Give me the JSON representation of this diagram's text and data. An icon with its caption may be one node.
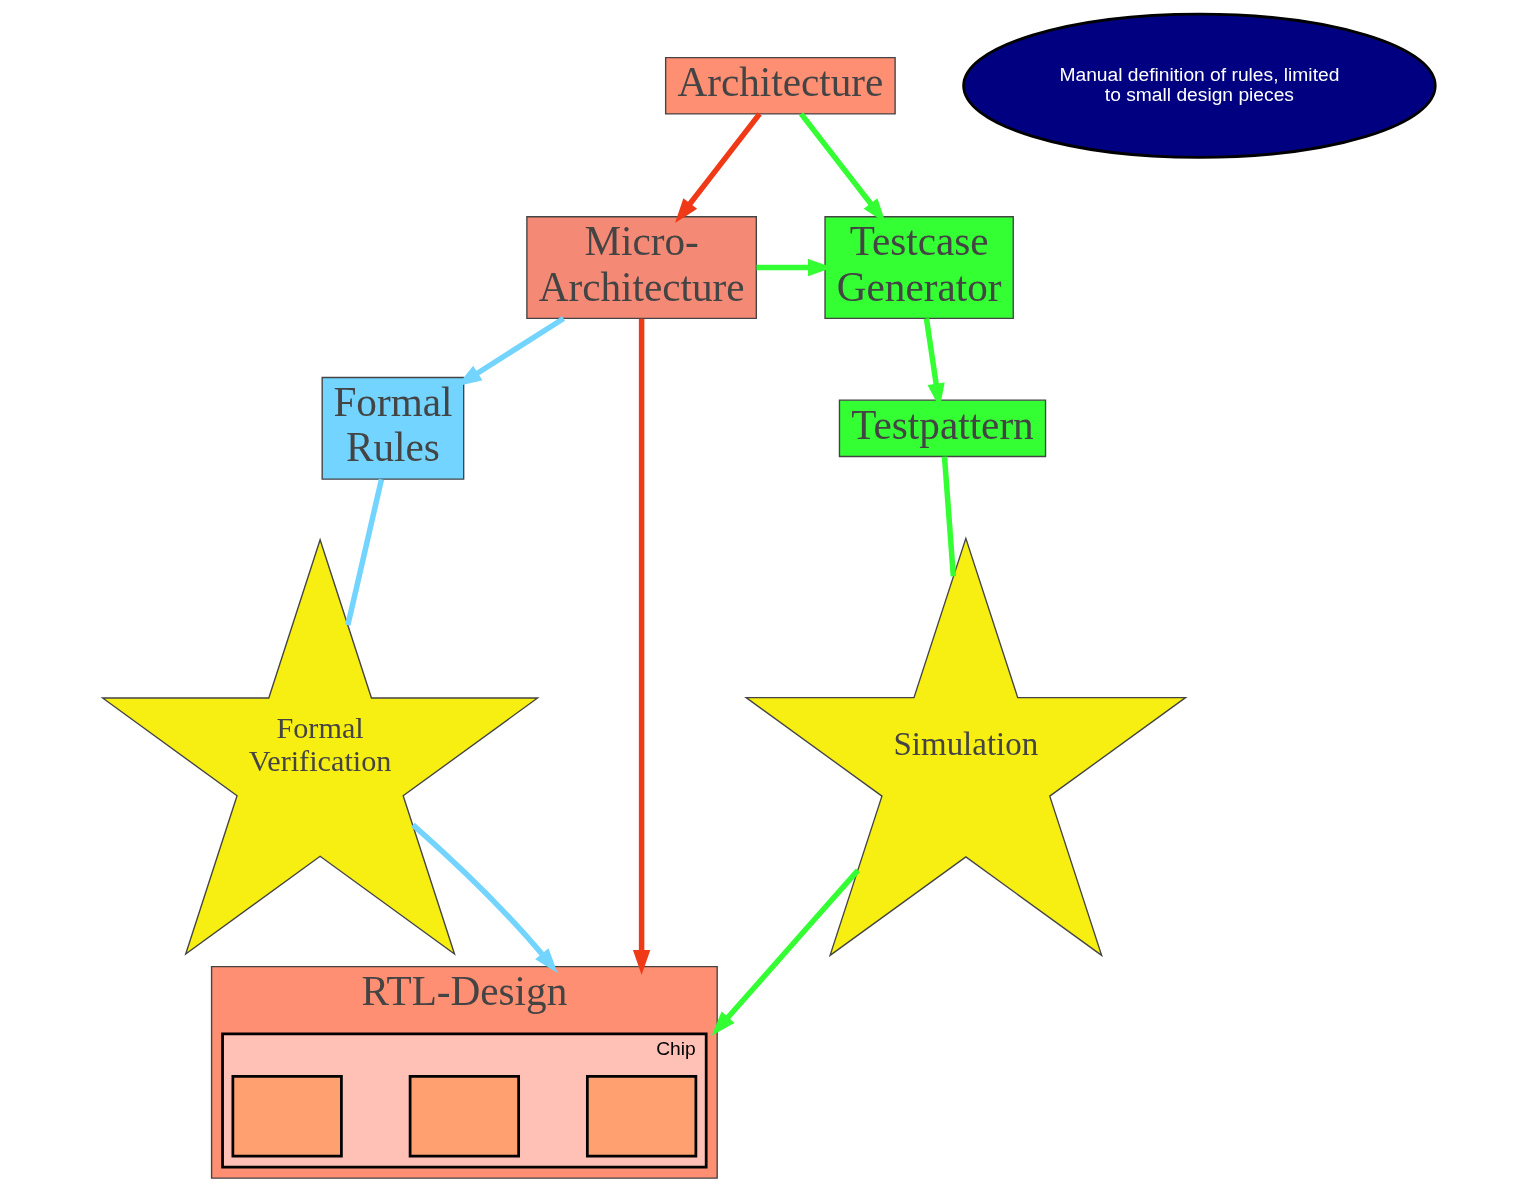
{
  "diagram": {
    "nodes": [
      {
        "text": [
          "Architecture"
        ]
      },
      {
        "text": [
          "Micro- Architecture"
        ]
      },
      {
        "text": [
          "Testcase Generator"
        ]
      },
      {
        "text": [
          "Formal Rules"
        ]
      },
      {
        "text": [
          "Testpattern"
        ]
      },
      {
        "text": [
          "Simulation"
        ]
      },
      {
        "text": [
          "RTL-Design"
        ]
      },
      {
        "text": [
          "Chip"
        ],
        "in": 6
      },
      {
        "text": [],
        "shape": "box",
        "in": 7
      },
      {
        "text": [],
        "shape": "box",
        "in": 7
      },
      {
        "text": [],
        "shape": "box",
        "in": 7
      },
      {
        "text": [
          "Formal Verification"
        ]
      },
      {
        "text": [
          "Manual definition of rules, limited to small design pieces"
        ]
      }
    ],
    "edges": [
      {
        "from": 0,
        "to": 1,
        "arrow": "to",
        "color": "#f03a17"
      },
      {
        "from": 0,
        "to": 2,
        "arrow": "to",
        "color": "#33ff33"
      },
      {
        "from": 1,
        "to": 2,
        "arrow": "to",
        "color": "#33ff33"
      },
      {
        "from": 1,
        "to": 3,
        "arrow": "to",
        "color": "#73d4ff"
      },
      {
        "from": 1,
        "to": 6,
        "arrow": "to",
        "color": "#f03a17"
      },
      {
        "from": 2,
        "to": 4,
        "arrow": "to",
        "color": "#33ff33"
      },
      {
        "from": 4,
        "to": 5,
        "arrow": "none",
        "color": "#33ff33"
      },
      {
        "from": 5,
        "to": 6,
        "arrow": "to",
        "color": "#33ff33"
      },
      {
        "from": 3,
        "to": 11,
        "arrow": "none",
        "color": "#73d4ff"
      },
      {
        "from": 11,
        "to": 6,
        "arrow": "to",
        "color": "#73d4ff"
      }
    ]
  }
}
